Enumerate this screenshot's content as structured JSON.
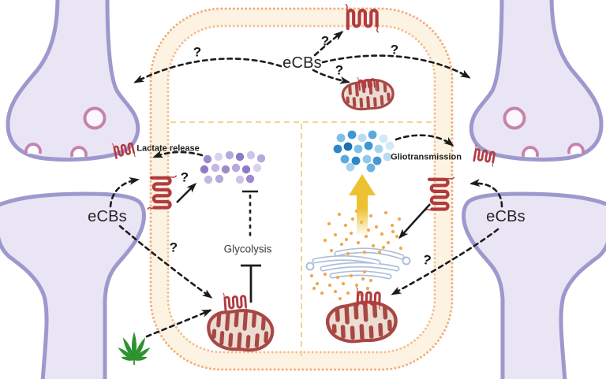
{
  "labels": {
    "ecbs": "eCBs",
    "lactate_release": "Lactate release",
    "glycolysis": "Glycolysis",
    "gliotransmission": "Gliotransmission",
    "question_mark": "?"
  },
  "colors": {
    "membrane_orange": "#f2ae7d",
    "membrane_band": "#fdf3e3",
    "neuron_fill": "#eae5f4",
    "neuron_stroke": "#9d99cd",
    "vesicle_pink": "#c583ad",
    "receptor_red": "#b23b40",
    "mitochondrion_red": "#a84845",
    "mitochondrion_fill": "#ecdcd2",
    "lactate_purple": "#9c8acb",
    "gliotransmitter_blue": "#2f86c7",
    "secretion_yellow": "#eec132",
    "secretory_dot_orange": "#f0a84e",
    "golgi_blue": "#aebfd9",
    "cannabis_green": "#2e9230",
    "arrow_black": "#1c1c1c",
    "divider_dash": "#f2d492"
  }
}
